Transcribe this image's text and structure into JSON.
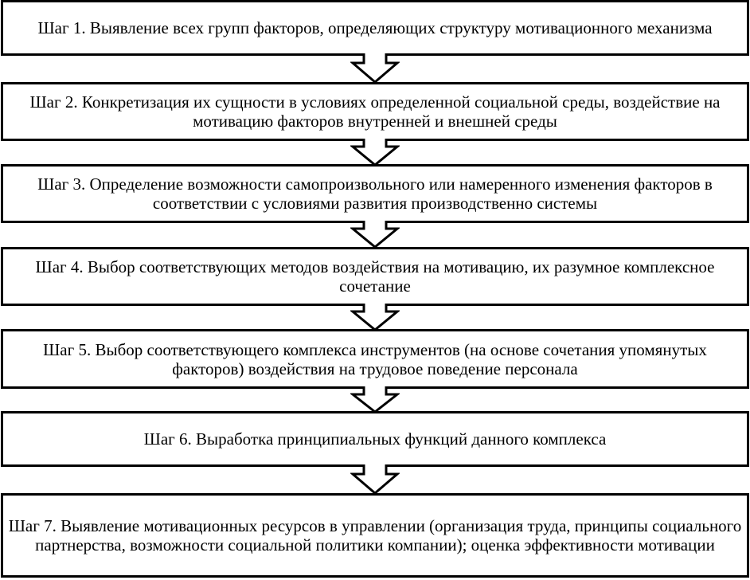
{
  "steps": [
    {
      "label": "Шаг 1. Выявление всех групп факторов, определяющих структуру мотивационного механизма"
    },
    {
      "label": "Шаг 2. Конкретизация их сущности в условиях определенной социальной среды, воздействие на мотивацию факторов внутренней и внешней среды"
    },
    {
      "label": "Шаг 3. Определение возможности самопроизвольного или намеренного изменения факторов в соответствии с условиями развития производственно системы"
    },
    {
      "label": "Шаг 4. Выбор соответствующих методов воздействия на мотивацию, их разумное комплексное сочетание"
    },
    {
      "label": "Шаг 5. Выбор соответствующего комплекса инструментов (на основе сочетания упомянутых факторов) воздействия на трудовое поведение персонала"
    },
    {
      "label": "Шаг 6. Выработка принципиальных функций данного комплекса"
    },
    {
      "label": "Шаг 7. Выявление мотивационных ресурсов в управлении (организация труда, принципы социального партнерства, возможности социальной политики компании); оценка эффективности мотивации"
    }
  ]
}
